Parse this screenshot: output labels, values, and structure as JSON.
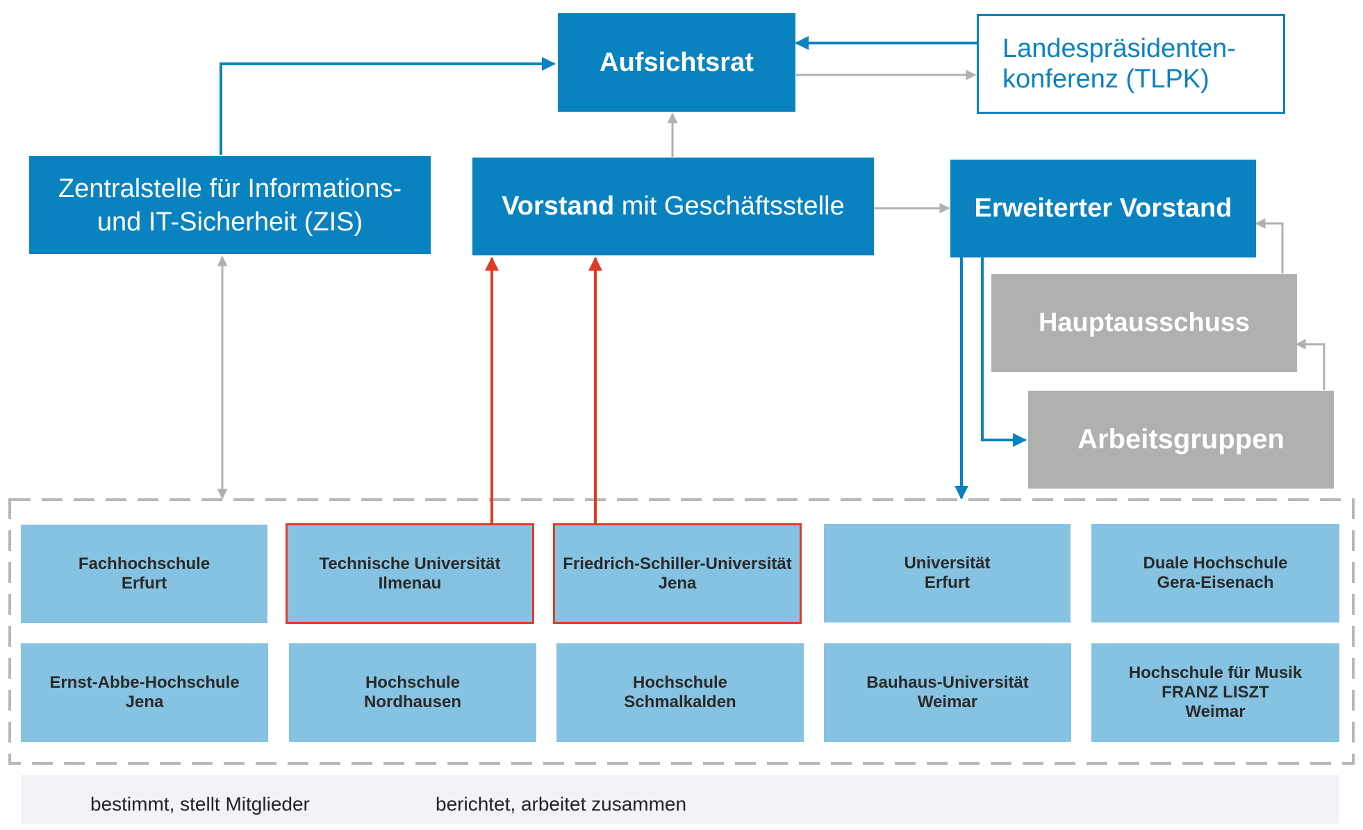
{
  "nodes": {
    "aufsichtsrat": "Aufsichtsrat",
    "tlpk": "Landespräsidenten-\nkonferenz (TLPK)",
    "zis": "Zentralstelle für Informations-\nund IT-Sicherheit (ZIS)",
    "vorstand_bold": "Vorstand",
    "vorstand_rest": " mit Geschäftsstelle",
    "erweiterter_vorstand": "Erweiterter Vorstand",
    "hauptausschuss": "Hauptausschuss",
    "arbeitsgruppen": "Arbeitsgruppen"
  },
  "universities": [
    {
      "name": "Fachhochschule\nErfurt",
      "highlight": false
    },
    {
      "name": "Technische Universität\nIlmenau",
      "highlight": true
    },
    {
      "name": "Friedrich-Schiller-Universität\nJena",
      "highlight": true
    },
    {
      "name": "Universität\nErfurt",
      "highlight": false
    },
    {
      "name": "Duale Hochschule\nGera-Eisenach",
      "highlight": false
    },
    {
      "name": "Ernst-Abbe-Hochschule\nJena",
      "highlight": false
    },
    {
      "name": "Hochschule\nNordhausen",
      "highlight": false
    },
    {
      "name": "Hochschule\nSchmalkalden",
      "highlight": false
    },
    {
      "name": "Bauhaus-Universität\nWeimar",
      "highlight": false
    },
    {
      "name": "Hochschule für Musik\nFRANZ LISZT\nWeimar",
      "highlight": false
    }
  ],
  "legend": {
    "determines": "bestimmt, stellt Mitglieder",
    "reports": "berichtet, arbeitet zusammen"
  },
  "colors": {
    "primary_blue": "#0a82c0",
    "light_blue": "#86c2e1",
    "grey": "#b0b0b0",
    "red": "#e03c24"
  }
}
